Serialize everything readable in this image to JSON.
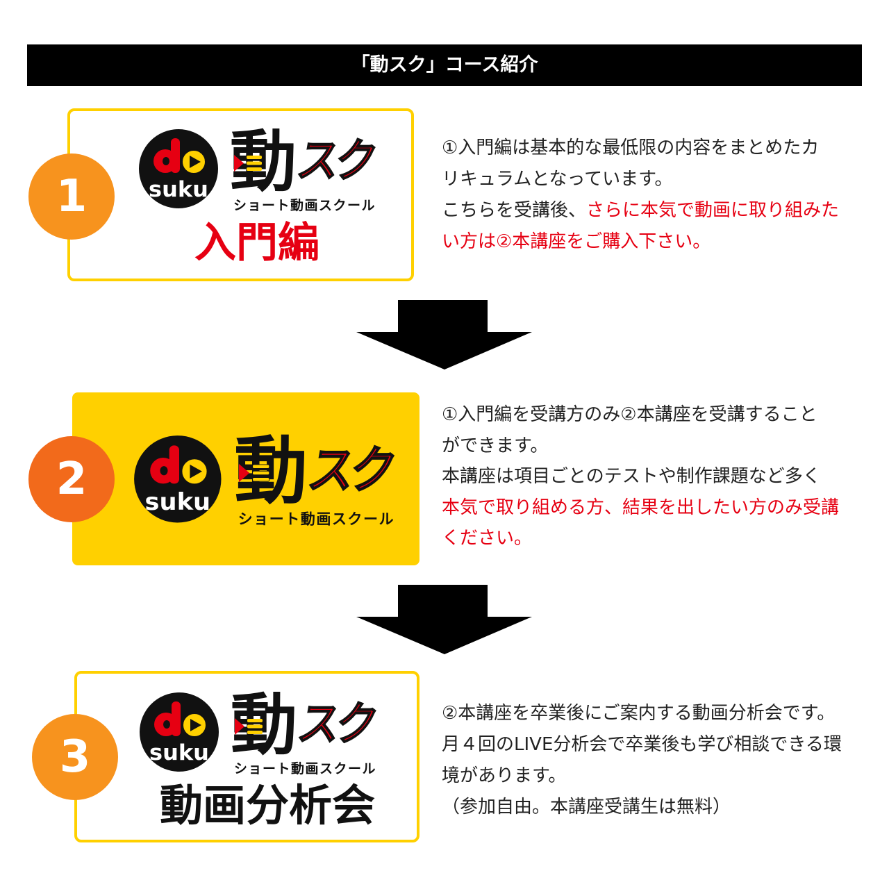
{
  "header": {
    "title": "「動スク」コース紹介"
  },
  "logo": {
    "mark_text": "suku",
    "kanji": "動",
    "katakana": "スク",
    "subtitle": "ショート動画スクール"
  },
  "colors": {
    "red": "#E60012",
    "yellow": "#FFD000",
    "orange": "#F7931E",
    "orange_dark": "#F26A1B",
    "black": "#000000"
  },
  "sections": [
    {
      "number": "1",
      "badge_color": "#F7931E",
      "caption": "入門編",
      "lines": [
        [
          {
            "text": "①入門編は基本的な最低限の内容をまとめたカ",
            "emphasis": false
          }
        ],
        [
          {
            "text": "リキュラムとなっています。",
            "emphasis": false
          }
        ],
        [
          {
            "text": "こちらを受講後、",
            "emphasis": false
          },
          {
            "text": "さらに本気で動画に取り組みた",
            "emphasis": true
          }
        ],
        [
          {
            "text": "い方は②本講座をご購入下さい。",
            "emphasis": true
          }
        ]
      ]
    },
    {
      "number": "2",
      "badge_color": "#F26A1B",
      "lines": [
        [
          {
            "text": "①入門編を受講方のみ②本講座を受講すること",
            "emphasis": false
          }
        ],
        [
          {
            "text": "ができます。",
            "emphasis": false
          }
        ],
        [
          {
            "text": "本講座は項目ごとのテストや制作課題など多く",
            "emphasis": false
          }
        ],
        [
          {
            "text": "本気で取り組める方、結果を出したい方のみ受講",
            "emphasis": true
          }
        ],
        [
          {
            "text": "ください。",
            "emphasis": true
          }
        ]
      ]
    },
    {
      "number": "3",
      "badge_color": "#F7931E",
      "caption": "動画分析会",
      "lines": [
        [
          {
            "text": "②本講座を卒業後にご案内する動画分析会です。",
            "emphasis": false
          }
        ],
        [
          {
            "text": "月４回のLIVE分析会で卒業後も学び相談できる環",
            "emphasis": false
          }
        ],
        [
          {
            "text": "境があります。",
            "emphasis": false
          }
        ],
        [
          {
            "text": "（参加自由。本講座受講生は無料）",
            "emphasis": false
          }
        ]
      ]
    }
  ]
}
